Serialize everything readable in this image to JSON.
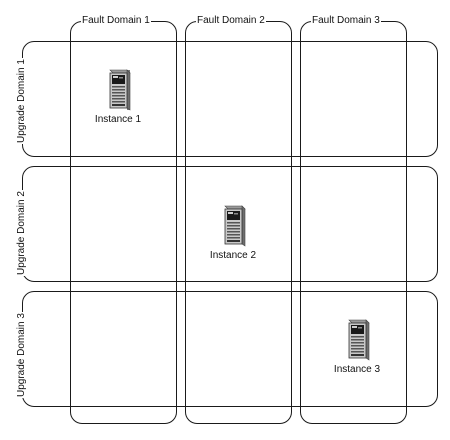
{
  "fault_domains": [
    {
      "label": "Fault Domain 1"
    },
    {
      "label": "Fault Domain 2"
    },
    {
      "label": "Fault Domain 3"
    }
  ],
  "upgrade_domains": [
    {
      "label": "Upgrade Domain 1"
    },
    {
      "label": "Upgrade Domain 2"
    },
    {
      "label": "Upgrade Domain 3"
    }
  ],
  "instances": [
    {
      "label": "Instance 1",
      "icon": "server-icon"
    },
    {
      "label": "Instance 2",
      "icon": "server-icon"
    },
    {
      "label": "Instance 3",
      "icon": "server-icon"
    }
  ]
}
